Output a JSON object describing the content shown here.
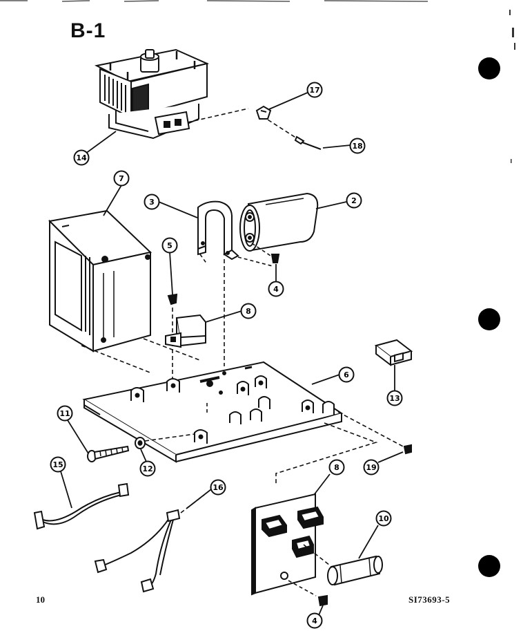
{
  "title": "B-1",
  "page_number": "10",
  "doc_code": "SI73693-5",
  "callouts": {
    "c2": "2",
    "c3": "3",
    "c4a": "4",
    "c4b": "4",
    "c5": "5",
    "c6": "6",
    "c7": "7",
    "c8a": "8",
    "c8b": "8",
    "c10": "10",
    "c11": "11",
    "c12": "12",
    "c13": "13",
    "c14": "14",
    "c15": "15",
    "c16": "16",
    "c17": "17",
    "c18": "18",
    "c19": "19"
  }
}
